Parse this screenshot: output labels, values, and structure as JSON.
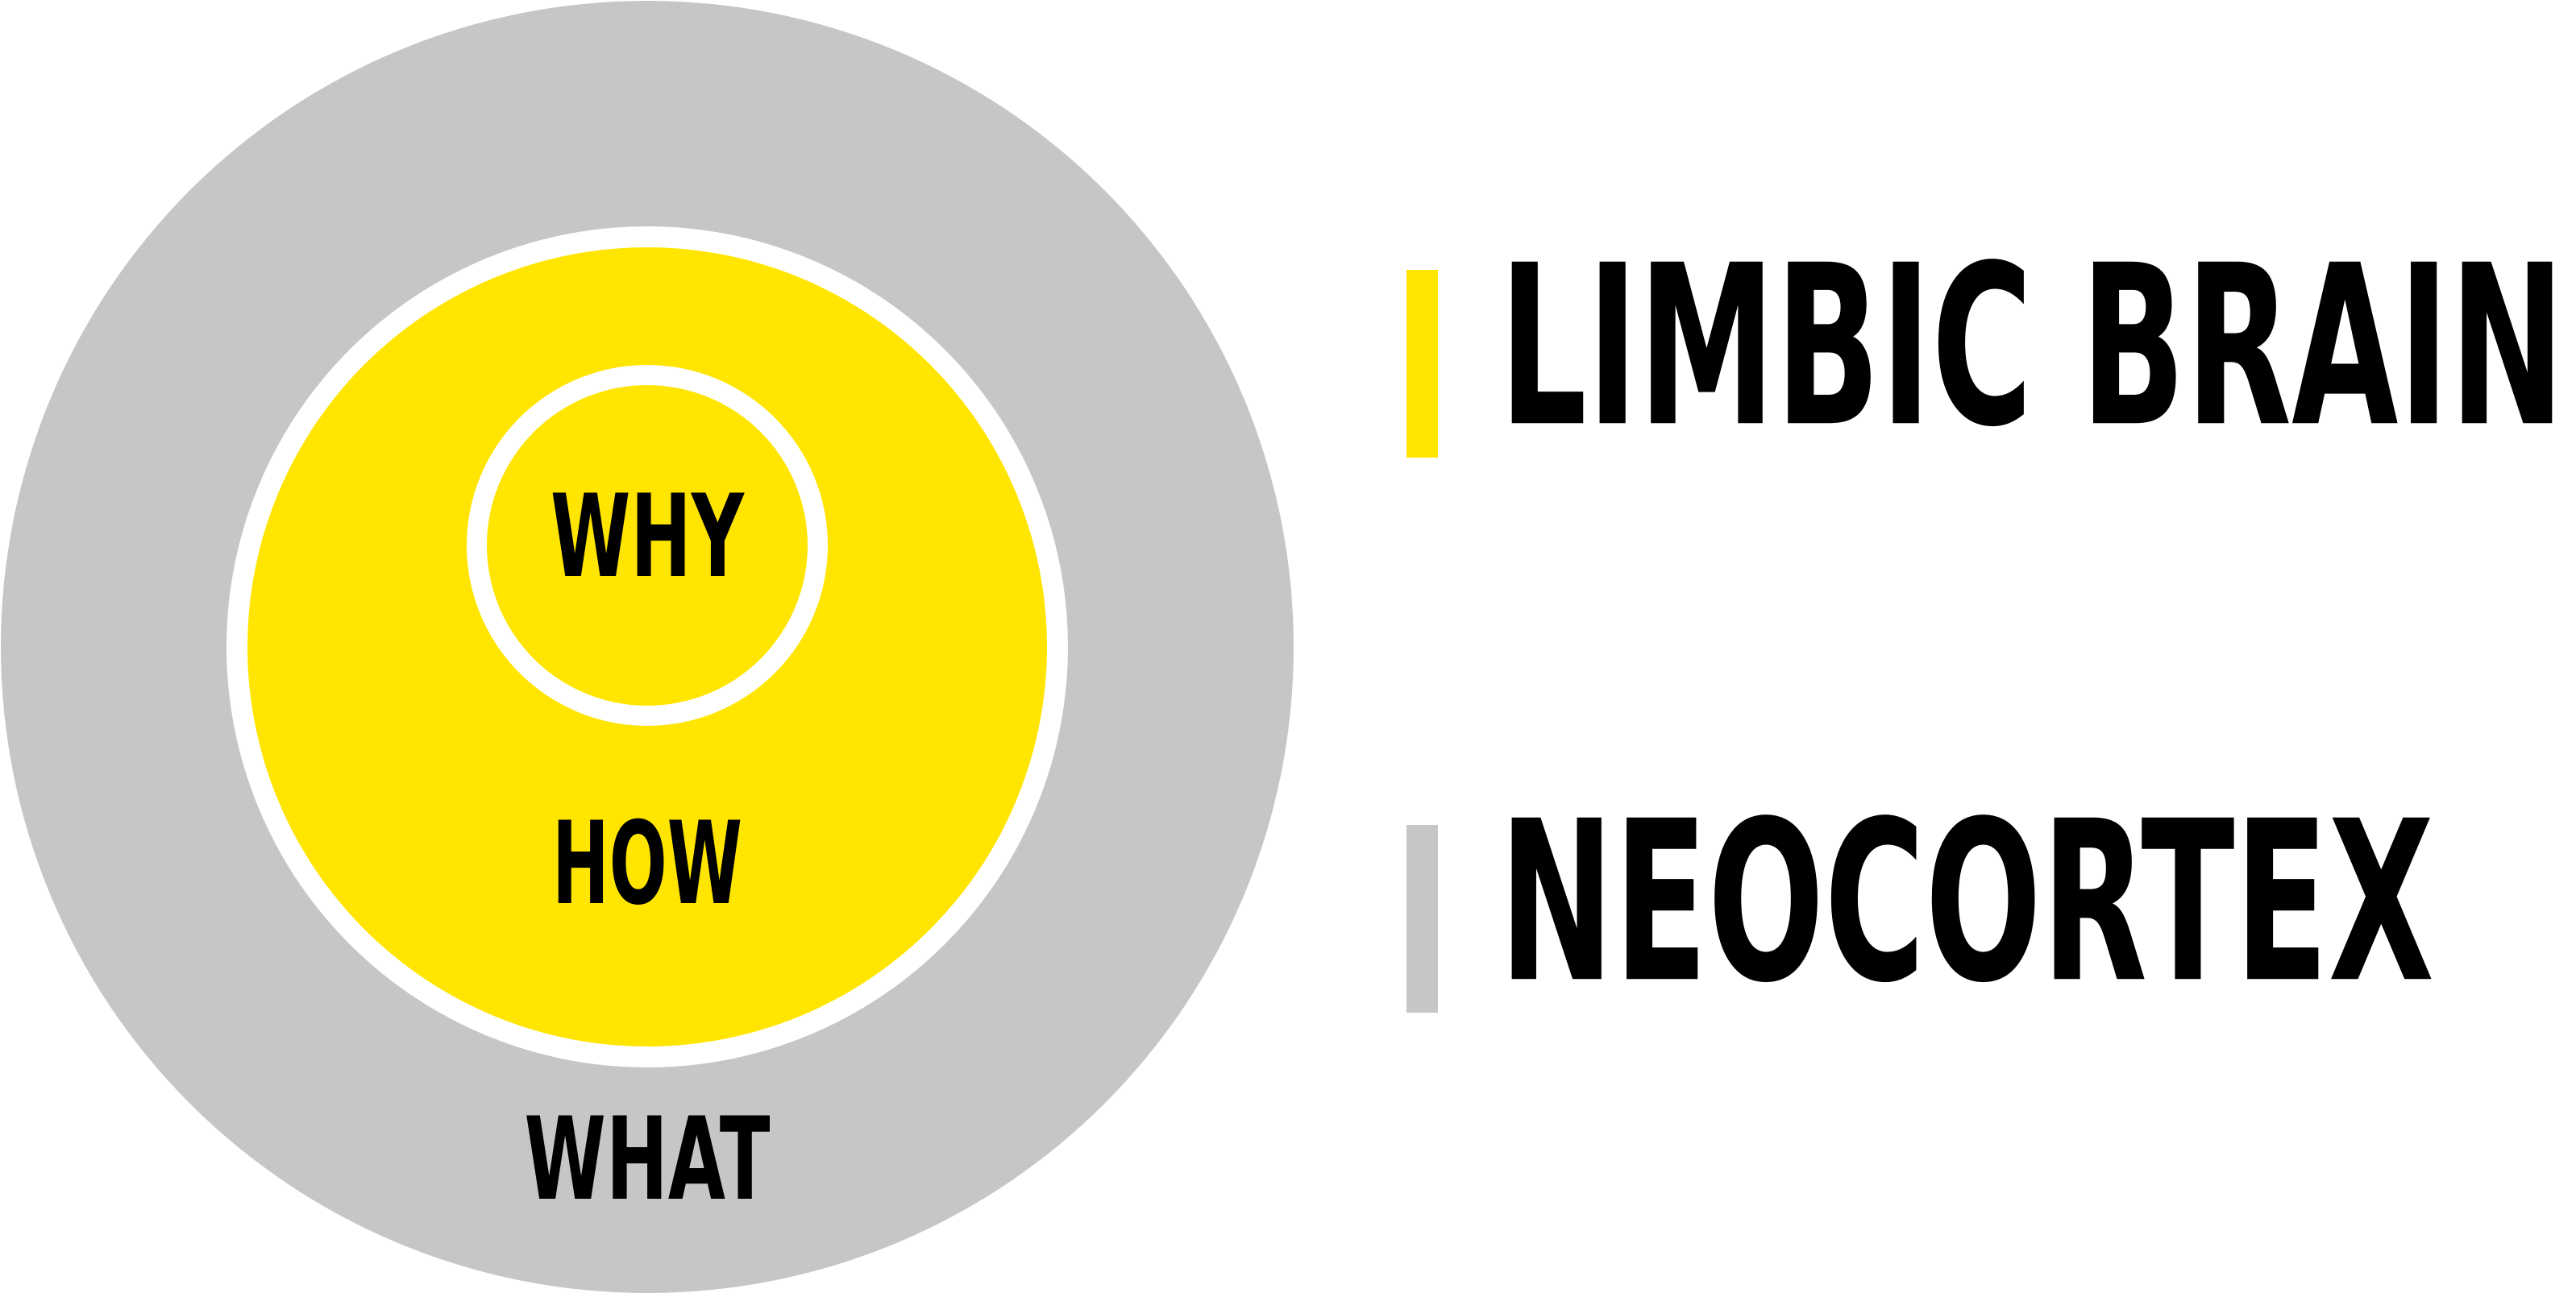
{
  "colors": {
    "outer": "#c6c6c6",
    "middle": "#ffe500",
    "inner": "#ffe500",
    "ring": "#ffffff",
    "text": "#000000"
  },
  "circles": {
    "why": "WHY",
    "how": "HOW",
    "what": "WHAT"
  },
  "legend": [
    {
      "label": "LIMBIC BRAIN",
      "color": "#ffe500"
    },
    {
      "label": "NEOCORTEX",
      "color": "#c6c6c6"
    }
  ]
}
